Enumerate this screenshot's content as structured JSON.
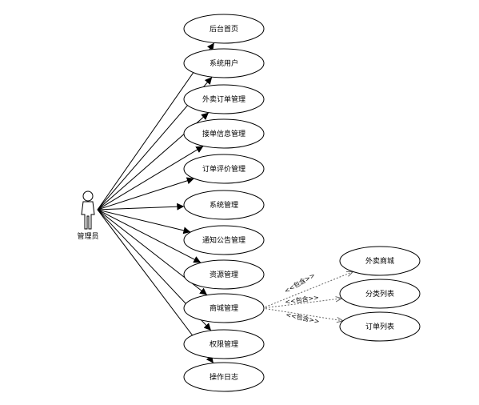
{
  "actor": {
    "label": "管理员",
    "icon": "stick-figure-icon"
  },
  "colors": {
    "line": "#000000",
    "include_line": "#666666",
    "ellipse_fill": "#ffffff",
    "background": "#ffffff"
  },
  "use_cases": [
    {
      "label": "后台首页"
    },
    {
      "label": "系统用户"
    },
    {
      "label": "外卖订单管理"
    },
    {
      "label": "接单信息管理"
    },
    {
      "label": "订单评价管理"
    },
    {
      "label": "系统管理"
    },
    {
      "label": "通知公告管理"
    },
    {
      "label": "资源管理"
    },
    {
      "label": "商城管理"
    },
    {
      "label": "权限管理"
    },
    {
      "label": "操作日志"
    }
  ],
  "included_use_cases": [
    {
      "label": "外卖商城",
      "stereotype": "<<包含>>"
    },
    {
      "label": "分类列表",
      "stereotype": "<<包含>>"
    },
    {
      "label": "订单列表",
      "stereotype": "<<包含>>"
    }
  ]
}
